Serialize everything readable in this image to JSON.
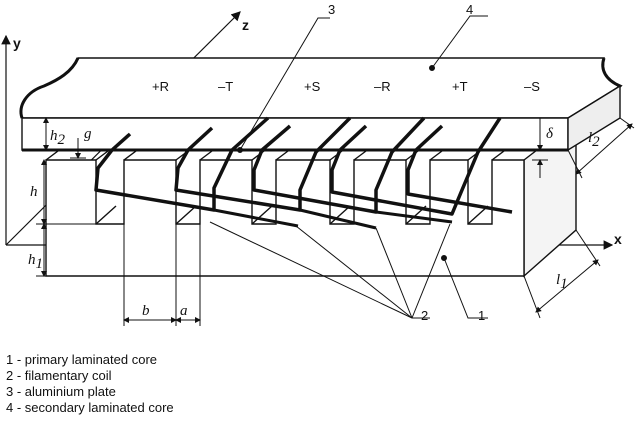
{
  "axes": {
    "x": "x",
    "y": "y",
    "z": "z"
  },
  "phases": [
    "+R",
    "–T",
    "+S",
    "–R",
    "+T",
    "–S"
  ],
  "callouts": [
    "1",
    "2",
    "3",
    "4"
  ],
  "dimensions": {
    "h2": "h",
    "h2_sub": "2",
    "g": "g",
    "h": "h",
    "h1": "h",
    "h1_sub": "1",
    "b": "b",
    "a": "a",
    "delta": "δ",
    "l1": "l",
    "l1_sub": "1",
    "l2": "l",
    "l2_sub": "2"
  },
  "legend": [
    "1 - primary laminated core",
    "2 - filamentary coil",
    "3 - aluminium plate",
    "4 - secondary laminated core"
  ]
}
